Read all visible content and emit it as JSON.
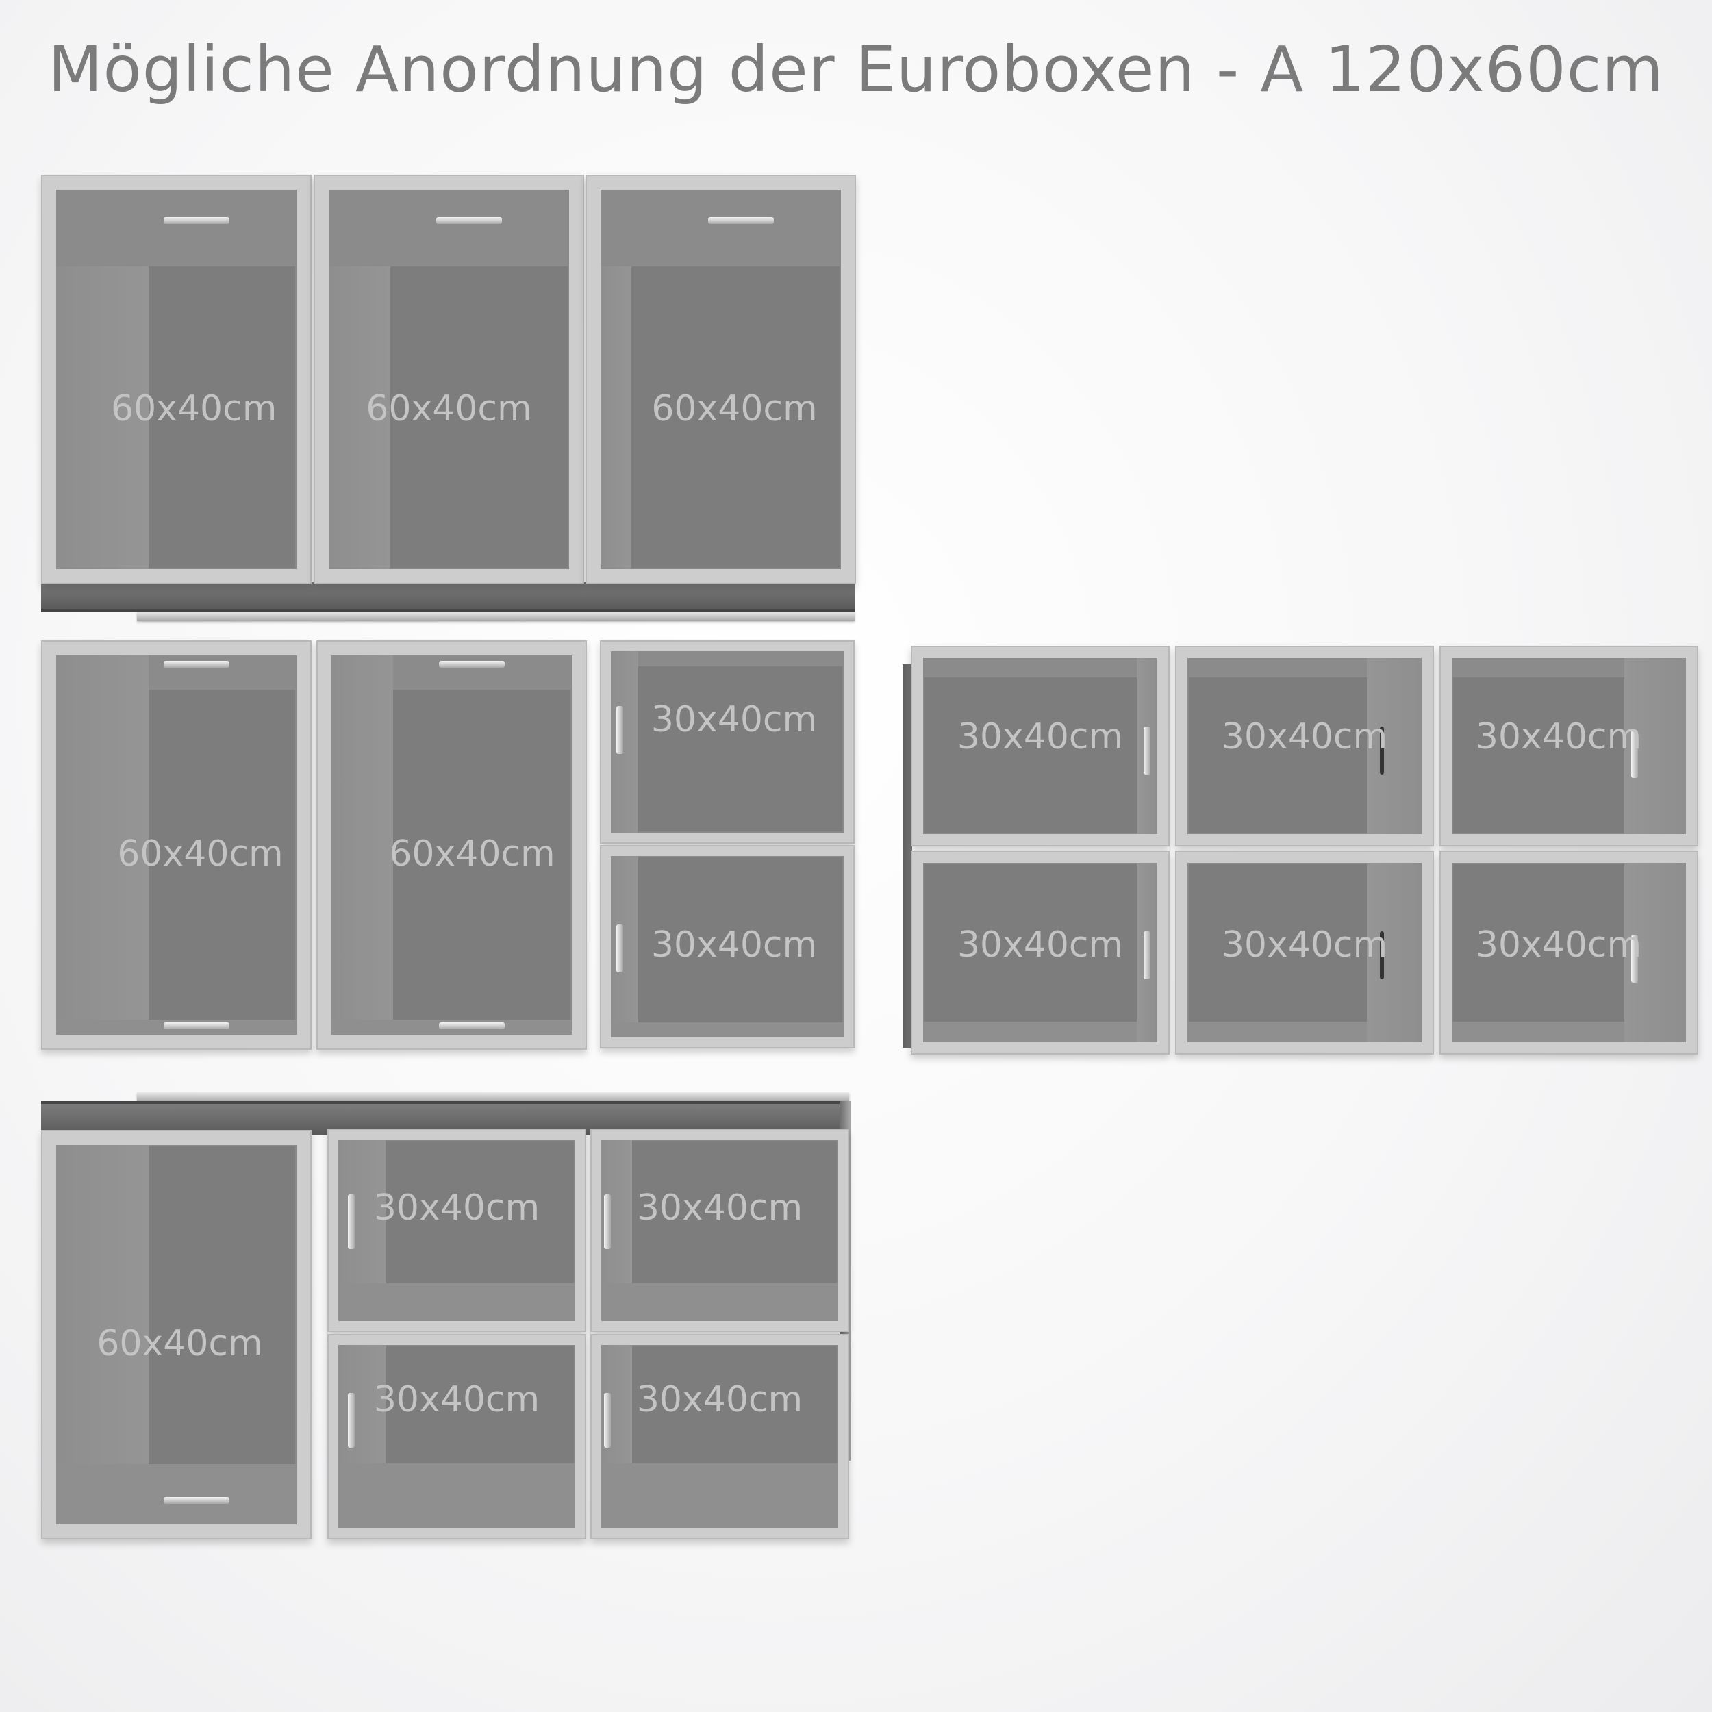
{
  "title": "Mögliche Anordnung der Euroboxen - A 120x60cm",
  "boxes": {
    "large": "60x40cm",
    "small": "30x40cm"
  },
  "group_a": [
    "60x40cm",
    "60x40cm",
    "60x40cm"
  ],
  "group_b": [
    "60x40cm",
    "60x40cm",
    "30x40cm",
    "30x40cm"
  ],
  "group_c": [
    "30x40cm",
    "30x40cm",
    "30x40cm",
    "30x40cm",
    "30x40cm",
    "30x40cm"
  ],
  "group_d": [
    "60x40cm",
    "30x40cm",
    "30x40cm",
    "30x40cm",
    "30x40cm"
  ]
}
